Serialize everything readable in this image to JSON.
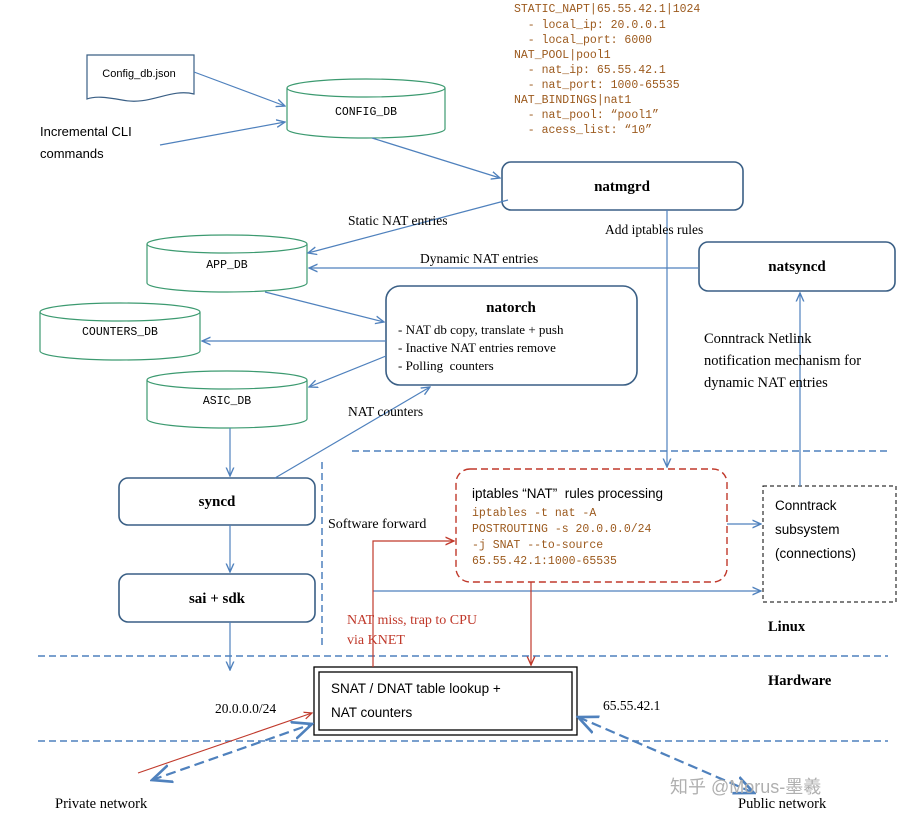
{
  "colors": {
    "line": "#4f81bd",
    "box_border": "#3a5f85",
    "db_border": "#3c9a70",
    "red": "#c0392b",
    "config_text": "#9c5a1e",
    "text": "#000000",
    "watermark": "#b0b0b0"
  },
  "config_text": {
    "lines": [
      "STATIC_NAPT|65.55.42.1|1024",
      "  - local_ip: 20.0.0.1",
      "  - local_port: 6000",
      "NAT_POOL|pool1",
      "  - nat_ip: 65.55.42.1",
      "  - nat_port: 1000-65535",
      "NAT_BINDINGS|nat1",
      "  - nat_pool: “pool1”",
      "  - acess_list: “10”"
    ]
  },
  "sources": {
    "config_file": "Config_db.json",
    "cli": [
      "Incremental CLI",
      "commands"
    ]
  },
  "databases": {
    "config_db": "CONFIG_DB",
    "app_db": "APP_DB",
    "counters_db": "COUNTERS_DB",
    "asic_db": "ASIC_DB"
  },
  "processes": {
    "natmgrd": "natmgrd",
    "natsyncd": "natsyncd",
    "natorch_title": "natorch",
    "natorch_lines": [
      "- NAT db copy, translate + push",
      "- Inactive NAT entries remove",
      "- Polling  counters"
    ],
    "syncd": "syncd",
    "sai_sdk": "sai + sdk"
  },
  "labels": {
    "static_nat": "Static NAT entries",
    "add_iptables": "Add iptables rules",
    "dynamic_nat": "Dynamic NAT entries",
    "conntrack_netlink": [
      "Conntrack Netlink",
      "notification mechanism for",
      "dynamic NAT entries"
    ],
    "nat_counters": "NAT counters",
    "software_forward": "Software forward",
    "nat_miss": [
      "NAT miss, trap to CPU",
      "via KNET"
    ],
    "linux": "Linux",
    "hardware": "Hardware",
    "private_subnet": "20.0.0.0/24",
    "public_ip": "65.55.42.1",
    "private_network": "Private network",
    "public_network": "Public network",
    "watermark": "知乎 @Morus-墨羲"
  },
  "iptables": {
    "title": "iptables “NAT”  rules processing",
    "code": [
      "iptables -t nat -A",
      "POSTROUTING -s 20.0.0.0/24",
      "-j SNAT --to-source",
      "65.55.42.1:1000-65535"
    ]
  },
  "conntrack": {
    "lines": [
      "Conntrack",
      "subsystem",
      "(connections)"
    ]
  },
  "hardware_table": {
    "lines": [
      "SNAT / DNAT table lookup +",
      "NAT counters"
    ]
  }
}
